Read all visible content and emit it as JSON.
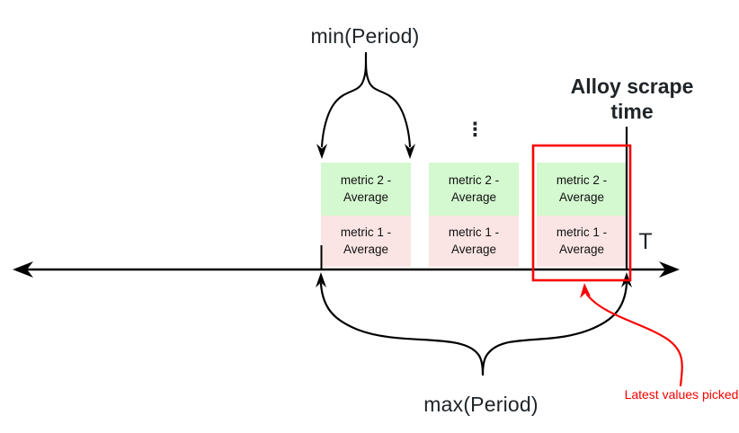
{
  "diagram": {
    "min_period_label": "min(Period)",
    "max_period_label": "max(Period)",
    "alloy_scrape_label": "Alloy scrape time",
    "axis_label": "T",
    "ellipsis": "⋮",
    "latest_values_label": "Latest values picked",
    "samples": [
      {
        "metric2": "metric 2 - Average",
        "metric1": "metric 1 - Average"
      },
      {
        "metric2": "metric 2 - Average",
        "metric1": "metric 1 - Average"
      },
      {
        "metric2": "metric 2 - Average",
        "metric1": "metric 1 - Average"
      }
    ],
    "colors": {
      "metric2_fill": "#d4f8cf",
      "metric1_fill": "#fbe5e4",
      "highlight_red": "#fa0000",
      "line_black": "#000000",
      "text_dark": "#1f2428"
    }
  }
}
